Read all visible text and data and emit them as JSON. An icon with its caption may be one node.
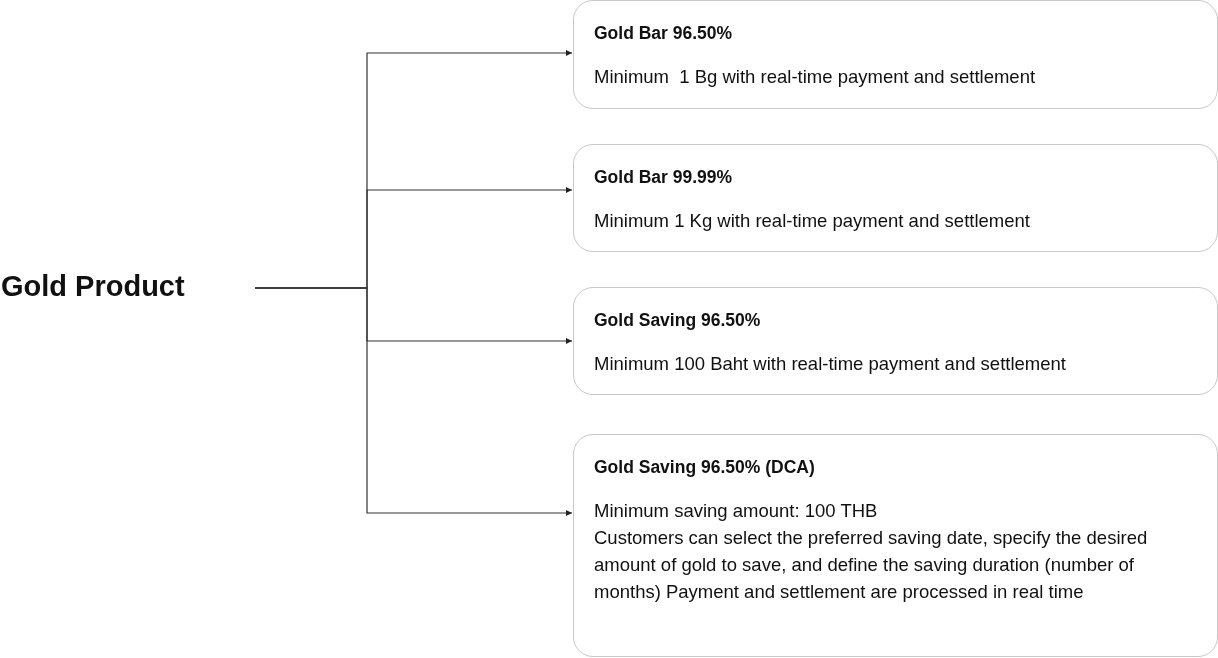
{
  "diagram": {
    "nodes": [
      {
        "text": [
          "Gold Product"
        ]
      },
      {
        "text": [
          "Gold Bar 96.50%",
          "Minimum  1 Bg with real-time payment and settlement"
        ]
      },
      {
        "text": [
          "Gold Bar 99.99%",
          "Minimum 1 Kg with real-time payment and settlement"
        ]
      },
      {
        "text": [
          "Gold Saving 96.50%",
          "Minimum 100 Baht with real-time payment and settlement"
        ]
      },
      {
        "text": [
          "Gold Saving 96.50% (DCA)",
          "Minimum saving amount: 100 THB",
          "Customers can select the preferred saving date, specify the desired amount of gold to save, and define the saving duration (number of months) Payment and settlement are processed in real time"
        ]
      }
    ],
    "edges": [
      {
        "from": 0,
        "to": 1,
        "arrow": "to"
      },
      {
        "from": 0,
        "to": 2,
        "arrow": "to"
      },
      {
        "from": 0,
        "to": 3,
        "arrow": "to"
      },
      {
        "from": 0,
        "to": 4,
        "arrow": "to"
      }
    ]
  }
}
